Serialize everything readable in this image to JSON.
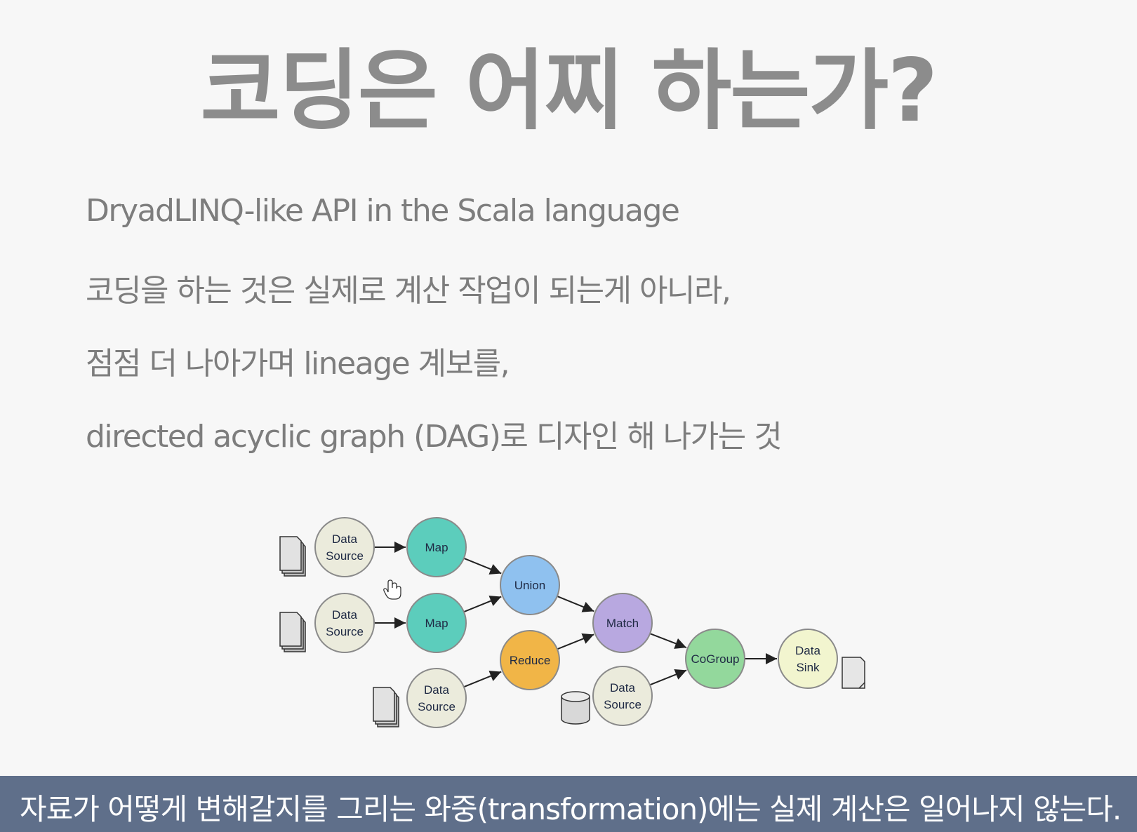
{
  "slide": {
    "title": "코딩은 어찌 하는가?",
    "lines": [
      "DryadLINQ-like API in the Scala language",
      "코딩을 하는 것은 실제로 계산 작업이 되는게 아니라,",
      "점점 더 나아가며 lineage 계보를,",
      "directed acyclic graph (DAG)로 디자인 해 나가는 것"
    ],
    "caption": "자료가 어떻게 변해갈지를 그리는 와중(transformation)에는 실제 계산은 일어나지 않는다."
  },
  "diagram": {
    "nodes": [
      {
        "id": "ds1",
        "lines": [
          "Data",
          "Source"
        ],
        "color": "#ebebdc"
      },
      {
        "id": "map1",
        "lines": [
          "Map"
        ],
        "color": "#5ccdbc"
      },
      {
        "id": "ds2",
        "lines": [
          "Data",
          "Source"
        ],
        "color": "#ebebdc"
      },
      {
        "id": "map2",
        "lines": [
          "Map"
        ],
        "color": "#5ccdbc"
      },
      {
        "id": "union",
        "lines": [
          "Union"
        ],
        "color": "#8fc1ef"
      },
      {
        "id": "match",
        "lines": [
          "Match"
        ],
        "color": "#b8a8e0"
      },
      {
        "id": "reduce",
        "lines": [
          "Reduce"
        ],
        "color": "#f1b547"
      },
      {
        "id": "ds3",
        "lines": [
          "Data",
          "Source"
        ],
        "color": "#ebebdc"
      },
      {
        "id": "ds4",
        "lines": [
          "Data",
          "Source"
        ],
        "color": "#ebebdc"
      },
      {
        "id": "cogroup",
        "lines": [
          "CoGroup"
        ],
        "color": "#93d89c"
      },
      {
        "id": "sink",
        "lines": [
          "Data",
          "Sink"
        ],
        "color": "#f2f5cf"
      }
    ],
    "edges": [
      [
        "ds1",
        "map1"
      ],
      [
        "ds2",
        "map2"
      ],
      [
        "map1",
        "union"
      ],
      [
        "map2",
        "union"
      ],
      [
        "union",
        "match"
      ],
      [
        "ds3",
        "reduce"
      ],
      [
        "reduce",
        "match"
      ],
      [
        "match",
        "cogroup"
      ],
      [
        "ds4",
        "cogroup"
      ],
      [
        "cogroup",
        "sink"
      ]
    ],
    "icons": [
      {
        "type": "doc-stack",
        "near": "ds1"
      },
      {
        "type": "doc-stack",
        "near": "ds2"
      },
      {
        "type": "doc-stack",
        "near": "ds3"
      },
      {
        "type": "cylinder",
        "near": "ds4"
      },
      {
        "type": "doc",
        "near": "sink"
      }
    ]
  }
}
